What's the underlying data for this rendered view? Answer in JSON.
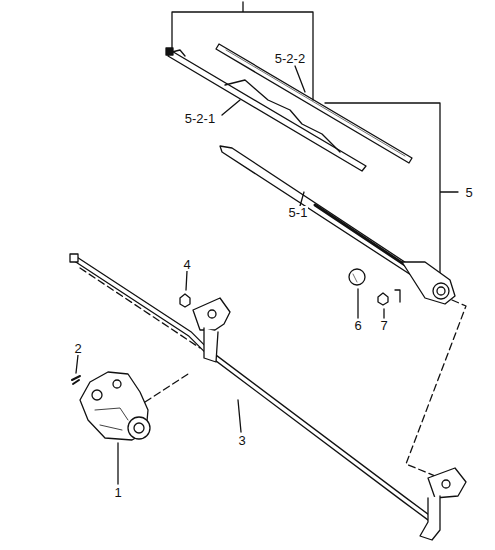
{
  "diagram": {
    "labels": [
      "5-2-2",
      "5-2-1",
      "5",
      "5-1",
      "4",
      "6",
      "7",
      "2",
      "3",
      "1"
    ]
  }
}
